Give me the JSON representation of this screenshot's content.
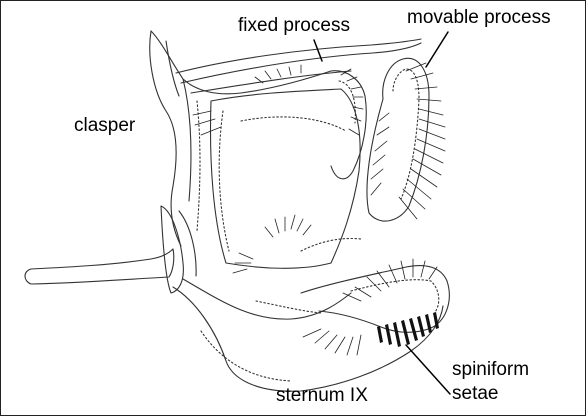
{
  "labels": {
    "fixed_process": "fixed process",
    "movable_process": "movable process",
    "clasper": "clasper",
    "spiniform_setae_line1": "spiniform",
    "spiniform_setae_line2": "setae",
    "sternum_ix": "sternum IX"
  },
  "colors": {
    "ink": "#000000",
    "line": "#333333",
    "background": "#ffffff"
  }
}
